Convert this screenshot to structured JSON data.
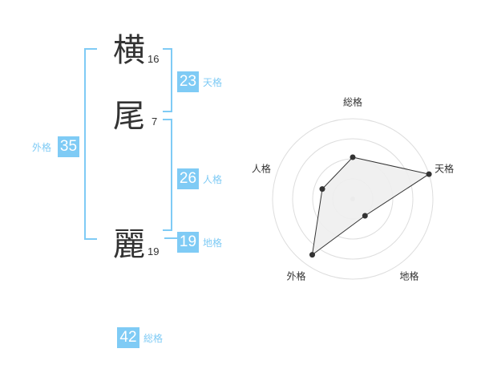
{
  "name": {
    "characters": [
      {
        "char": "横",
        "strokes": "16"
      },
      {
        "char": "尾",
        "strokes": "7"
      },
      {
        "char": "麗",
        "strokes": "19"
      }
    ]
  },
  "fortunes": {
    "tenkaku": {
      "value": "23",
      "label": "天格"
    },
    "jinkaku": {
      "value": "26",
      "label": "人格"
    },
    "chikaku": {
      "value": "19",
      "label": "地格"
    },
    "gaikaku": {
      "value": "35",
      "label": "外格"
    },
    "soukaku": {
      "value": "42",
      "label": "総格"
    }
  },
  "colors": {
    "accent": "#7fcbf5",
    "text": "#333333",
    "ring": "#dddddd",
    "fill": "#eeeeee",
    "line": "#333333"
  },
  "chart_data": {
    "type": "radar",
    "axes": [
      "総格",
      "天格",
      "地格",
      "外格",
      "人格"
    ],
    "max": 5,
    "rings": 4,
    "values": [
      2.6,
      5.0,
      1.3,
      4.3,
      2.0
    ]
  }
}
